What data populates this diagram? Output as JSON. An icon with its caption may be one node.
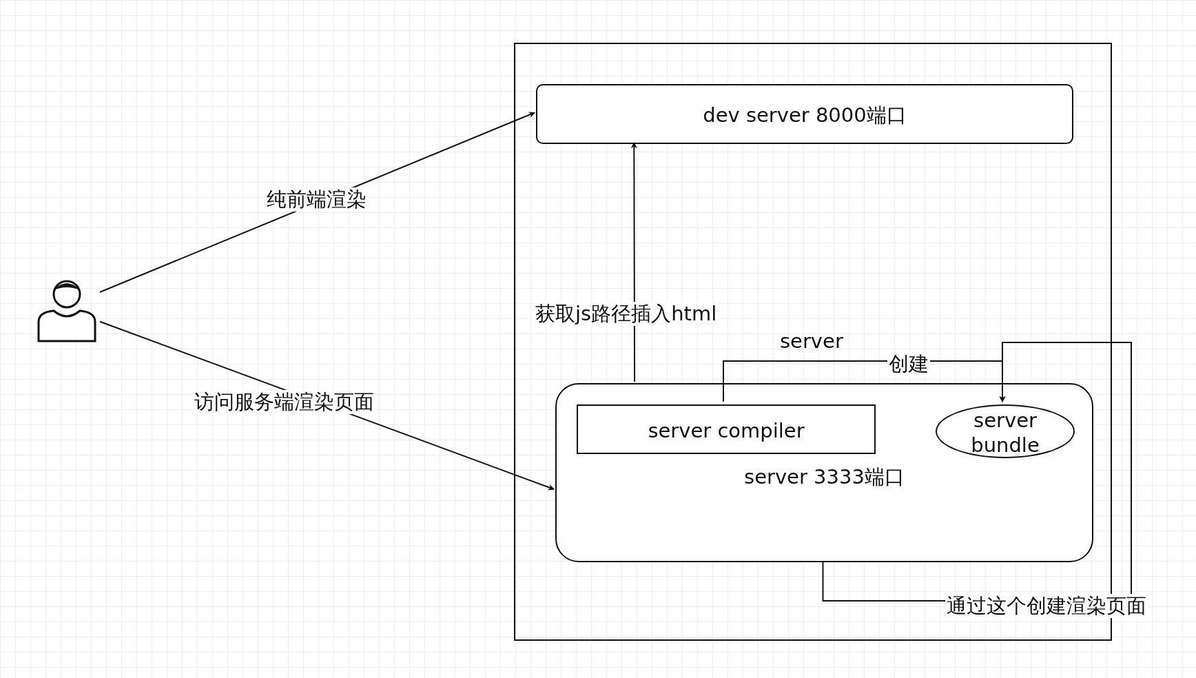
{
  "diagram": {
    "nodes": [
      {
        "text": [],
        "shape": "person"
      },
      {
        "text": [],
        "shape": "box"
      },
      {
        "text": [
          "dev server 8000端口"
        ],
        "in": 1
      },
      {
        "text": [
          "server 3333端口"
        ],
        "in": 1
      },
      {
        "text": [
          "server compiler"
        ],
        "in": 3
      },
      {
        "text": [
          "server bundle"
        ],
        "in": 3
      }
    ],
    "edges": [
      {
        "from": 0,
        "to": 2,
        "arrow": "to",
        "label": "纯前端渲染"
      },
      {
        "from": 0,
        "to": 3,
        "arrow": "to",
        "label": "访问服务端渲染页面"
      },
      {
        "from": 3,
        "to": 2,
        "arrow": "to",
        "label": "获取js路径插入html"
      },
      {
        "from": 4,
        "to": 5,
        "arrow": "to",
        "label": "创建"
      },
      {
        "from": 3,
        "to": 5,
        "arrow": "to",
        "label": "通过这个创建渲染页面"
      }
    ],
    "labels": [
      "server"
    ]
  }
}
